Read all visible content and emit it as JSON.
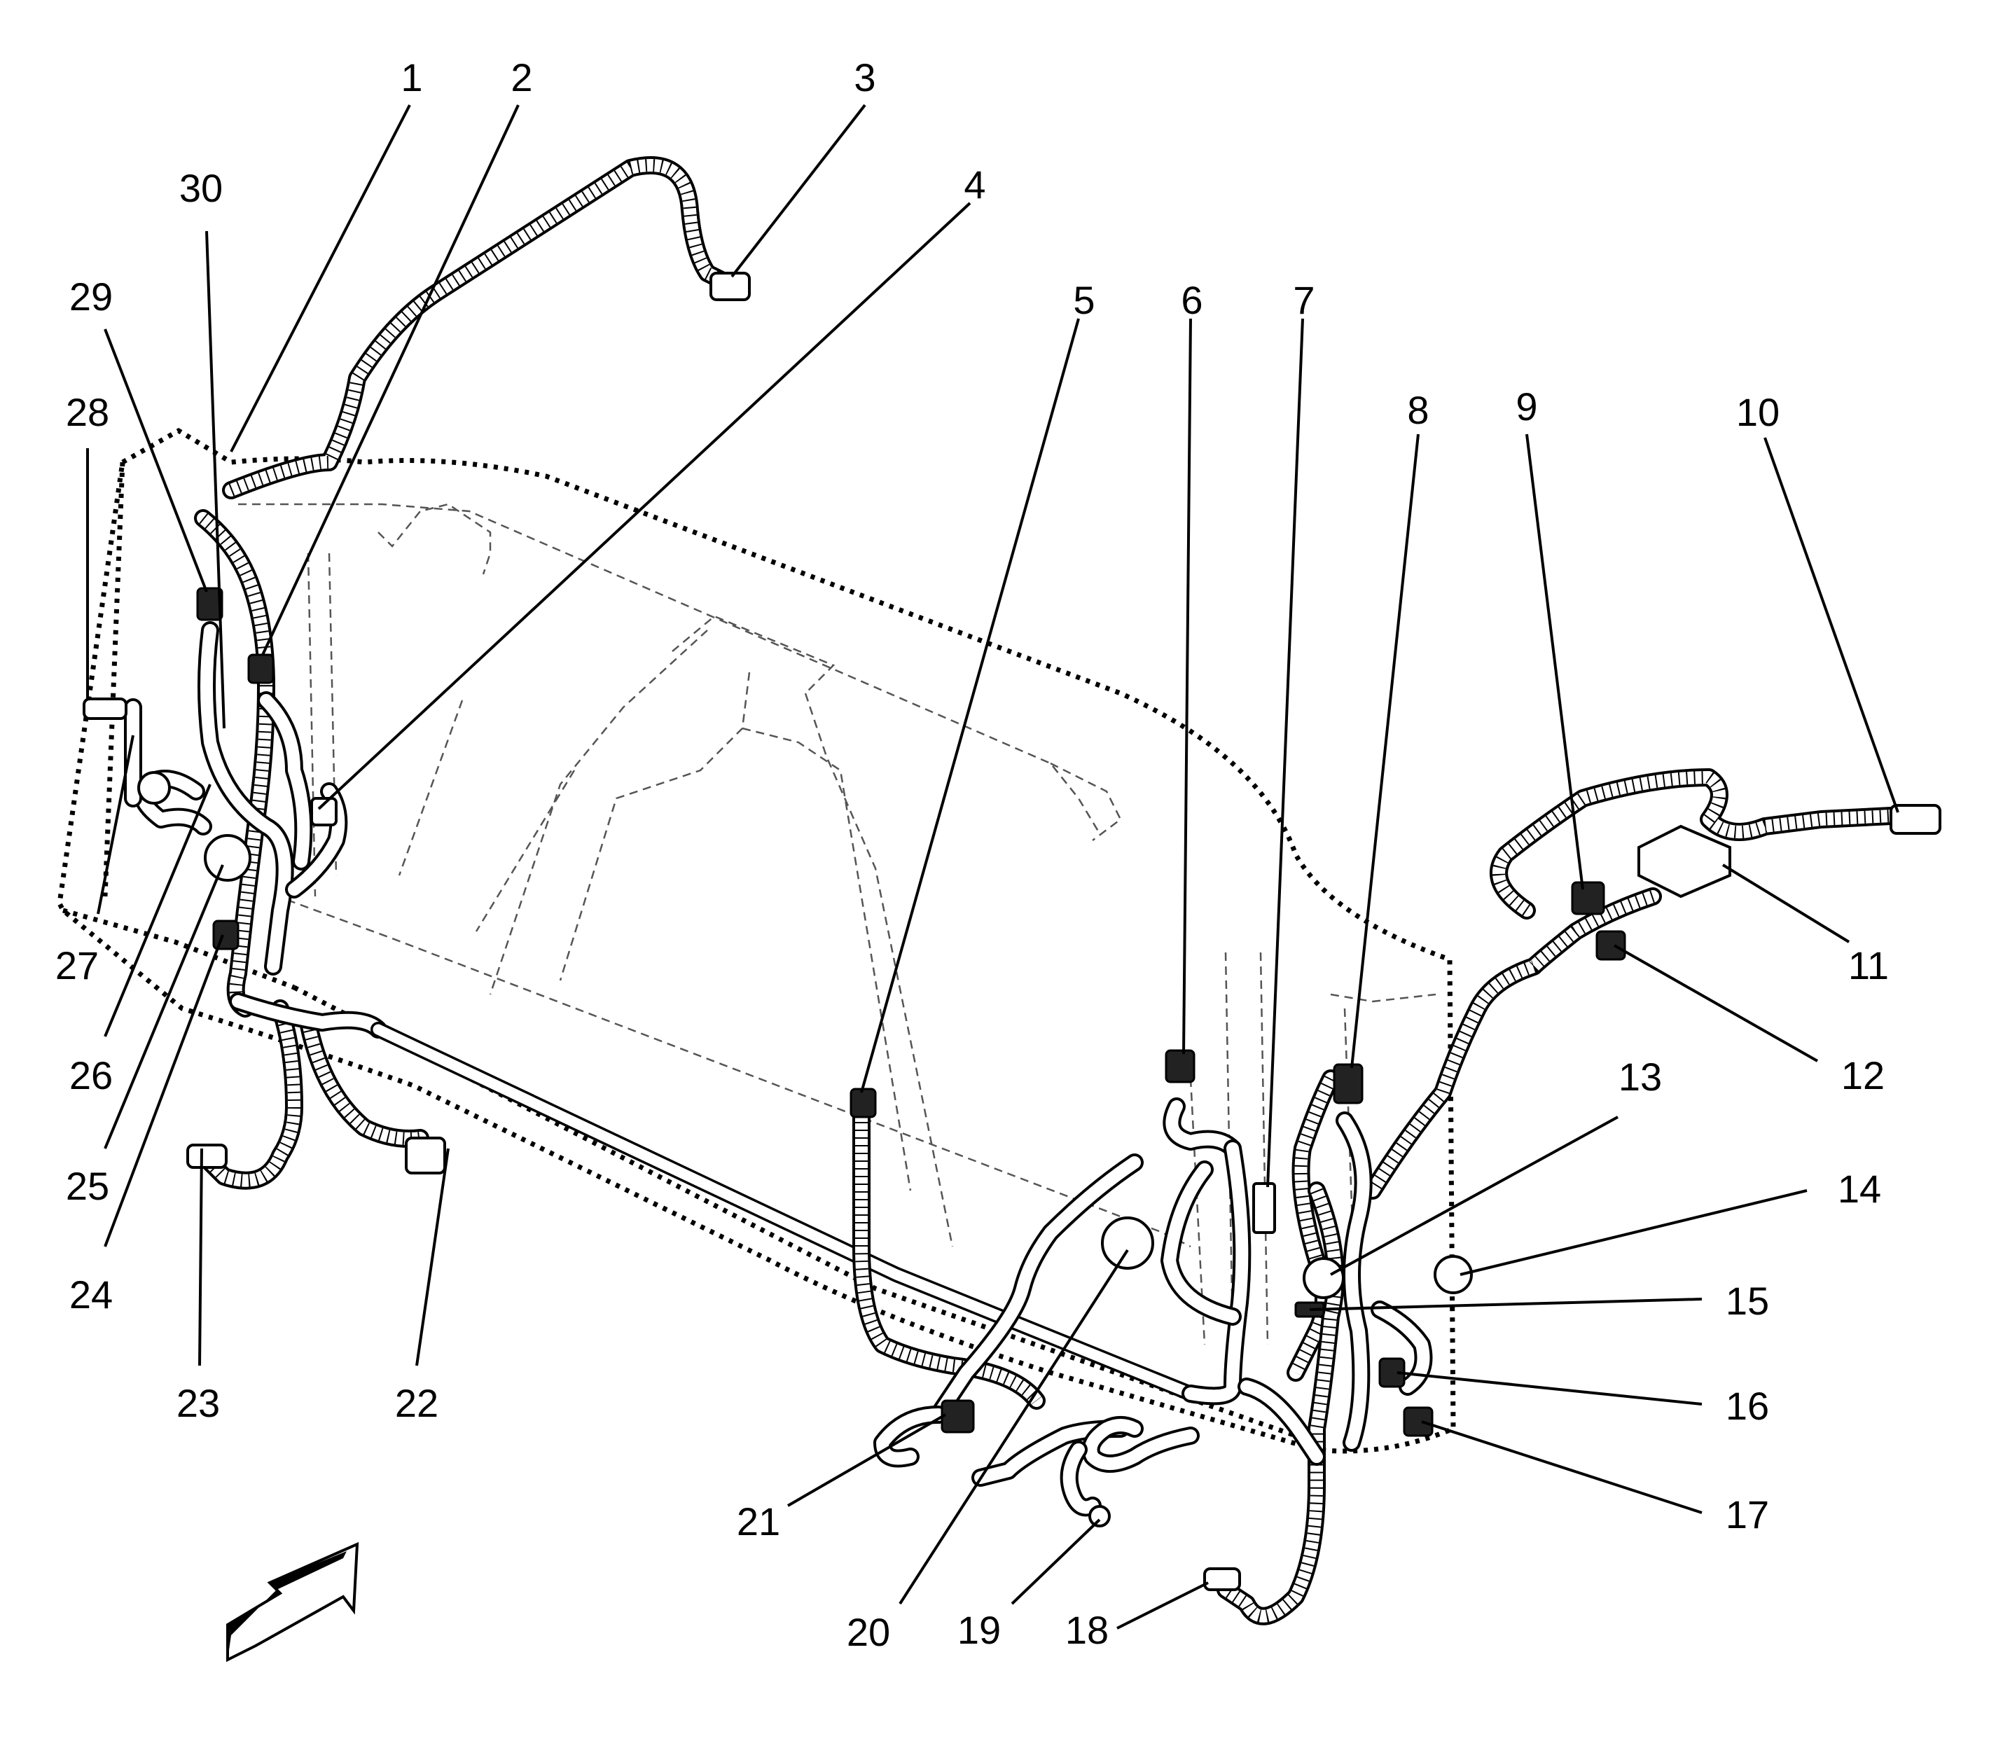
{
  "callouts": [
    {
      "label": "1"
    },
    {
      "label": "2"
    },
    {
      "label": "3"
    },
    {
      "label": "4"
    },
    {
      "label": "5"
    },
    {
      "label": "6"
    },
    {
      "label": "7"
    },
    {
      "label": "8"
    },
    {
      "label": "9"
    },
    {
      "label": "10"
    },
    {
      "label": "11"
    },
    {
      "label": "12"
    },
    {
      "label": "13"
    },
    {
      "label": "14"
    },
    {
      "label": "15"
    },
    {
      "label": "16"
    },
    {
      "label": "17"
    },
    {
      "label": "18"
    },
    {
      "label": "19"
    },
    {
      "label": "20"
    },
    {
      "label": "21"
    },
    {
      "label": "22"
    },
    {
      "label": "23"
    },
    {
      "label": "24"
    },
    {
      "label": "25"
    },
    {
      "label": "26"
    },
    {
      "label": "27"
    },
    {
      "label": "28"
    },
    {
      "label": "29"
    },
    {
      "label": "30"
    }
  ],
  "direction_arrow": {
    "icon": "forward-direction-arrow-icon"
  }
}
